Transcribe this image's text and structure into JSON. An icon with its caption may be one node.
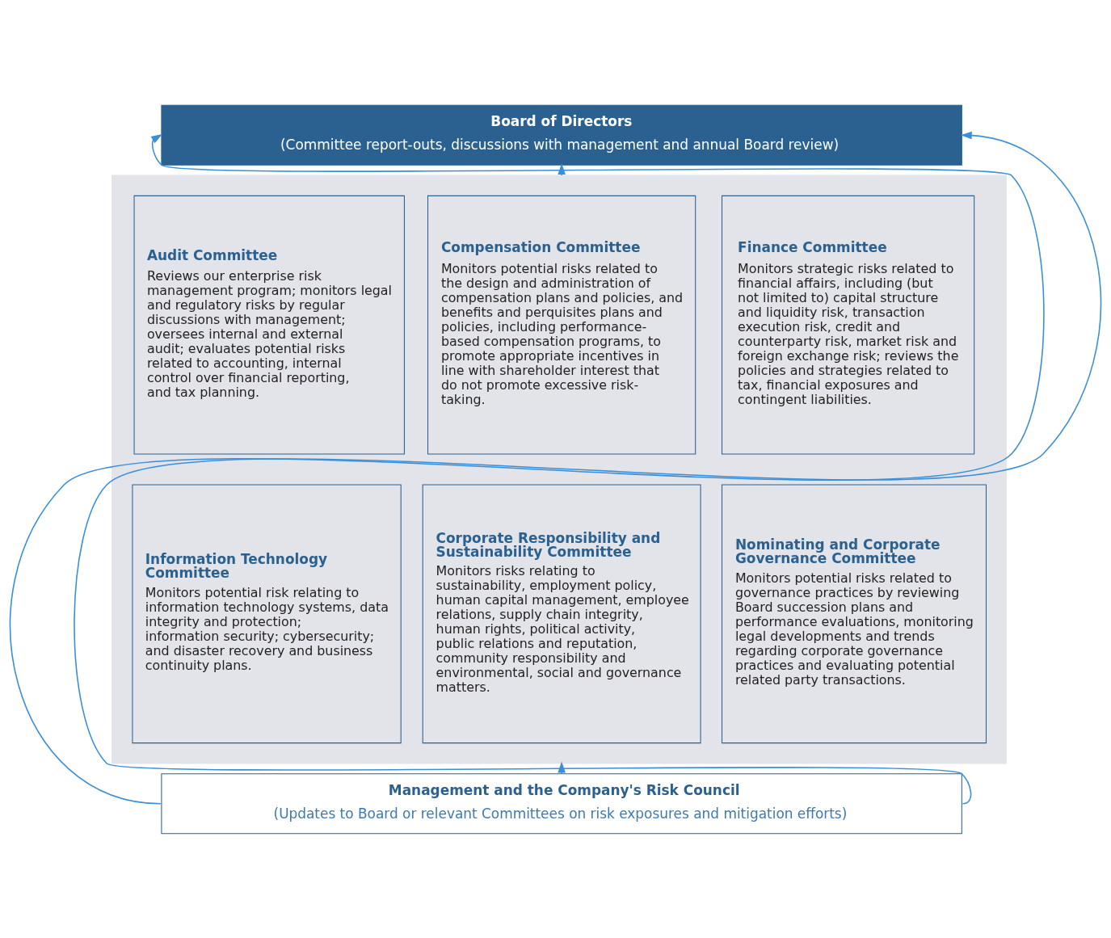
{
  "diagram": {
    "nodes": [
      {
        "text": [
          "Board of Directors",
          "(Committee report-outs, discussions with management and annual Board review)"
        ]
      },
      {
        "text": [],
        "shape": "box"
      },
      {
        "text": [
          "Audit Committee",
          "Reviews our enterprise risk management program; monitors legal and regulatory risks by regular discussions with management; oversees internal and external audit; evaluates potential risks related to accounting, internal control over financial reporting, and tax planning."
        ],
        "in": 1
      },
      {
        "text": [
          "Compensation Committee",
          "Monitors potential risks related to the design and administration of compensation plans and policies, and benefits and perquisites plans and policies, including performance-based compensation programs, to promote appropriate incentives in line with shareholder interest that do not promote excessive risk-taking."
        ],
        "in": 1
      },
      {
        "text": [
          "Finance Committee",
          "Monitors strategic risks related to financial affairs, including (but not limited to) capital structure and liquidity risk, transaction execution risk, credit and counterparty risk, market risk and foreign exchange risk; reviews the policies and strategies related to tax, financial exposures and contingent liabilities."
        ],
        "in": 1
      },
      {
        "text": [
          "Information Technology Committee",
          "Monitors potential risk relating to information technology systems, data integrity and protection; information security; cybersecurity; and disaster recovery and business continuity plans."
        ],
        "in": 1
      },
      {
        "text": [
          "Corporate Responsibility and Sustainability Committee",
          "Monitors risks relating to sustainability, employment policy, human capital management, employee relations, supply chain integrity, human rights, political activity, public relations and reputation, community responsibility and environmental, social and governance matters."
        ],
        "in": 1
      },
      {
        "text": [
          "Nominating and Corporate Governance Committee",
          "Monitors potential risks related to governance practices by reviewing Board succession plans and performance evaluations, monitoring legal developments and trends regarding corporate governance practices and evaluating potential related party transactions."
        ],
        "in": 1
      },
      {
        "text": [
          "Management and the Company's Risk Council",
          "(Updates to Board or relevant Committees on risk exposures and mitigation efforts)"
        ]
      }
    ],
    "edges": [
      {
        "from": 1,
        "to": 0,
        "arrow": "to"
      },
      {
        "from": 8,
        "to": 1,
        "arrow": "to"
      },
      {
        "from": 8,
        "to": 0,
        "arrow": "to"
      },
      {
        "from": 8,
        "to": 0,
        "arrow": "to"
      }
    ]
  }
}
